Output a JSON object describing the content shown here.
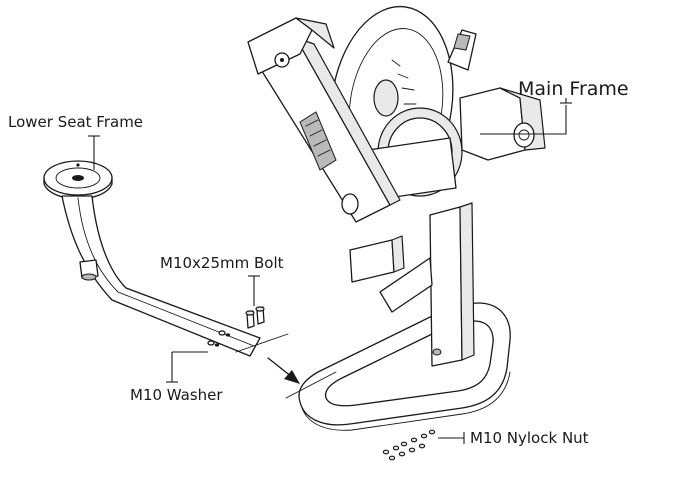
{
  "labels": {
    "main_frame": "Main Frame",
    "lower_seat_frame": "Lower Seat Frame",
    "bolt": "M10x25mm Bolt",
    "washer": "M10 Washer",
    "nylock_nut": "M10 Nylock Nut"
  },
  "colors": {
    "line": "#1a1a1a",
    "background": "#ffffff"
  }
}
